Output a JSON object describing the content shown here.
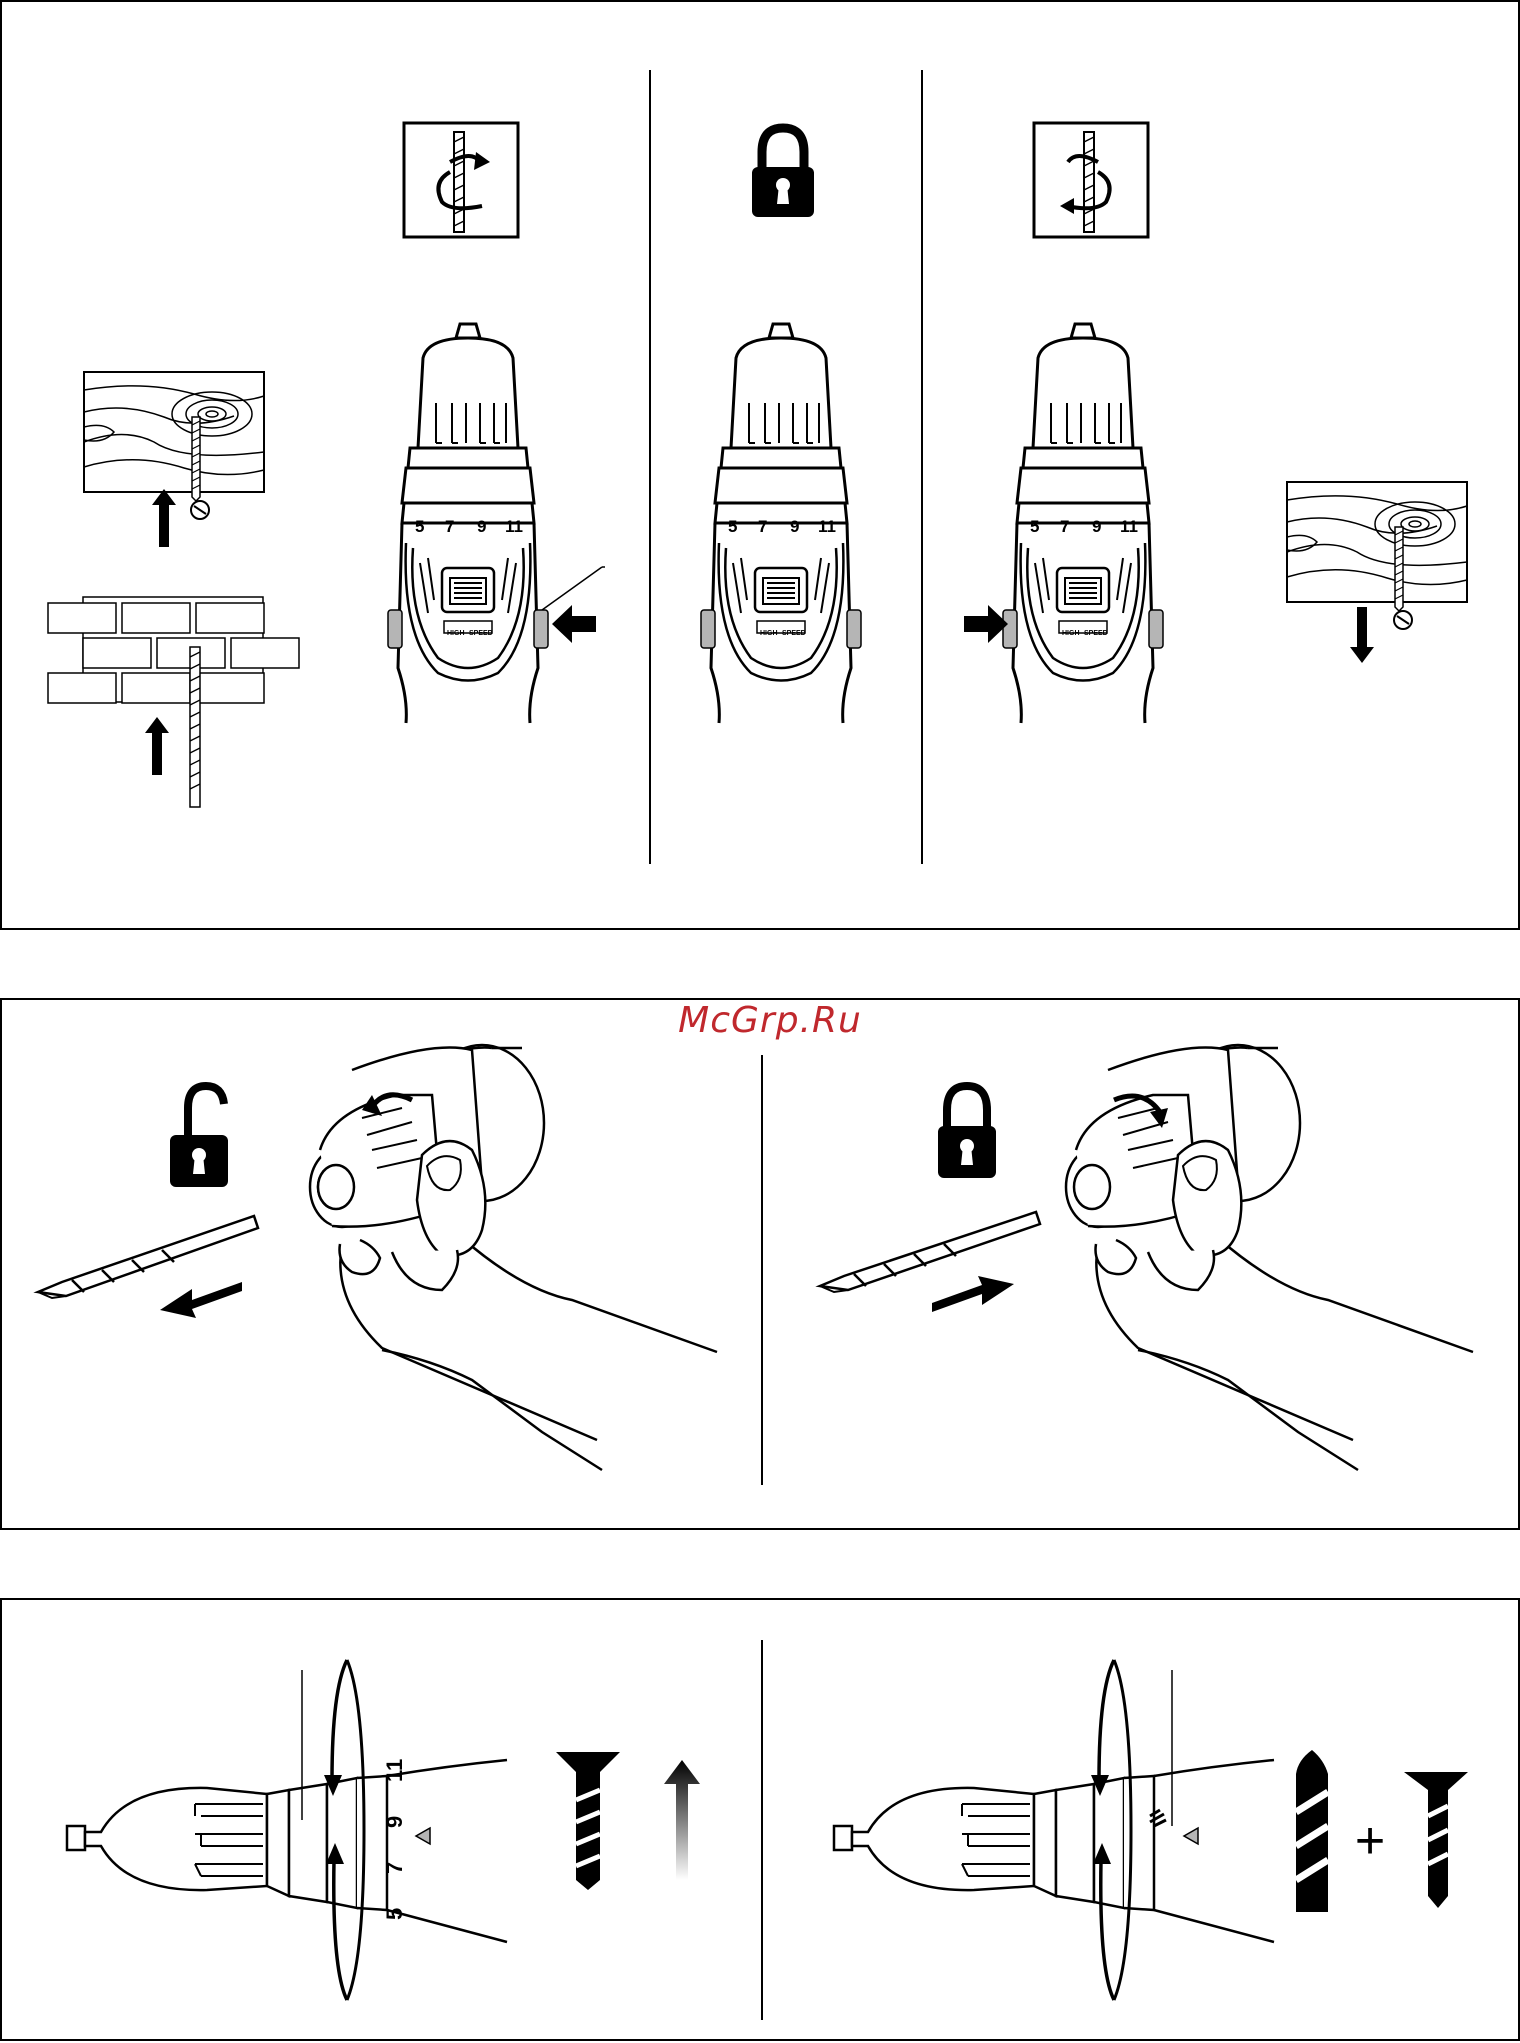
{
  "watermark": "McGrp.Ru",
  "panel1": {
    "dial_scale": [
      "5",
      "7",
      "9",
      "11"
    ],
    "speed_switch": {
      "line1": "HIGH",
      "line2": "SPEED"
    }
  },
  "panel3": {
    "dial_scale": [
      "5",
      "7",
      "9",
      "11"
    ],
    "plus_sign": "+"
  },
  "icons": [
    "clockwise-rotation-icon",
    "lock-icon",
    "counterclockwise-rotation-icon",
    "wood-screw-in-icon",
    "brick-drill-icon",
    "wood-screw-out-icon",
    "unlock-icon",
    "drill-bit-icon",
    "hand-chuck-icon",
    "screw-icon",
    "drill-plus-screw-icon"
  ],
  "colors": {
    "watermark": "#c0282d",
    "line": "#000000",
    "button_grey": "#b5b5b5"
  }
}
